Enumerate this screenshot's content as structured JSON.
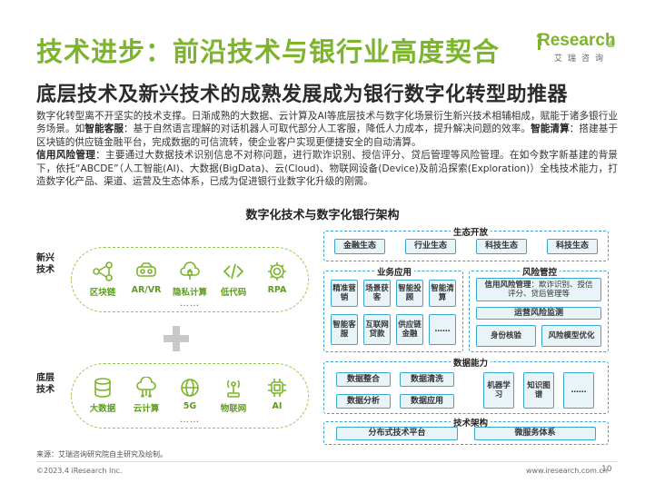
{
  "title": "技术进步：前沿技术与银行业高度契合",
  "subtitle": "底层技术及新兴技术的成熟发展成为银行数字化转型助推器",
  "logo": {
    "text": "Research",
    "sub": "艾瑞咨询"
  },
  "body": {
    "p1": "数字化转型离不开坚实的技术支撑。日渐成熟的大数据、云计算及AI等底层技术与数字化场景衍生新兴技术相辅相成，赋能于诸多银行业务场景。如",
    "b1": "智能客服",
    "p2": "：基于自然语言理解的对话机器人可取代部分人工客服，降低人力成本，提升解决问题的效率。",
    "b2": "智能清算",
    "p3": "：搭建基于区块链的供应链金融平台，完成数据的可信流转，使企业客户实现更便捷安全的自动清算。",
    "b3": "信用风险管理",
    "p4": "：主要通过大数据技术识别信息不对称问题，进行欺诈识别、授信评分、贷后管理等风险管理。在如今数字新基建的背景下，依托“ABCDE”（人工智能(AI)、大数据(BigData)、云(Cloud)、物联网设备(Device)及前沿探索(Exploration)）全栈技术能力，打造数字化产品、渠道、运营及生态体系，已成为促进银行业数字化升级的刚需。"
  },
  "arch_title": "数字化技术与数字化银行架构",
  "left": {
    "new_label": "新兴技术",
    "base_label": "底层技术",
    "new_items": [
      {
        "icon": "blockchain-icon",
        "label": "区块链"
      },
      {
        "icon": "vr-headset-icon",
        "label": "AR/VR"
      },
      {
        "icon": "privacy-cloud-icon",
        "label": "隐私计算"
      },
      {
        "icon": "code-icon",
        "label": "低代码"
      },
      {
        "icon": "gear-icon",
        "label": "RPA"
      }
    ],
    "base_items": [
      {
        "icon": "database-icon",
        "label": "大数据"
      },
      {
        "icon": "cloud-icon",
        "label": "云计算"
      },
      {
        "icon": "globe-icon",
        "label": "5G"
      },
      {
        "icon": "iot-icon",
        "label": "物联网"
      },
      {
        "icon": "chip-icon",
        "label": "AI"
      }
    ],
    "more": "……"
  },
  "arch": {
    "eco_label": "生态开放",
    "eco_items": [
      "金融生态",
      "行业生态",
      "科技生态",
      "科技生态"
    ],
    "biz_label": "业务应用",
    "biz_items": [
      "精准营销",
      "场景获客",
      "智能投顾",
      "智能清算",
      "智能客服",
      "互联网贷款",
      "供应链金融",
      "……"
    ],
    "risk_label": "风险管控",
    "risk_credit_title": "信用风险管理",
    "risk_credit_text": "：欺诈识别、授信评分、贷后管理等",
    "risk_ops": "运营风险监测",
    "risk_kyc": "身份核验",
    "risk_model": "风险模型优化",
    "data_label": "数据能力",
    "data_items": [
      "数据整合",
      "数据清洗",
      "数据分析",
      "数据应用"
    ],
    "data_tech": [
      "机器学习",
      "知识图谱",
      "……"
    ],
    "tech_label": "技术架构",
    "tech_items": [
      "分布式技术平台",
      "微服务体系"
    ]
  },
  "footer": {
    "source": "来源：艾瑞咨询研究院自主研究及绘制。",
    "copyright": "©2023.4 iResearch Inc.",
    "url": "www.iresearch.com.cn",
    "page": "10"
  },
  "colors": {
    "brand_green": "#7cb52c",
    "arch_blue": "#3aa6d0",
    "pill_fill": "#e9f4f8"
  }
}
